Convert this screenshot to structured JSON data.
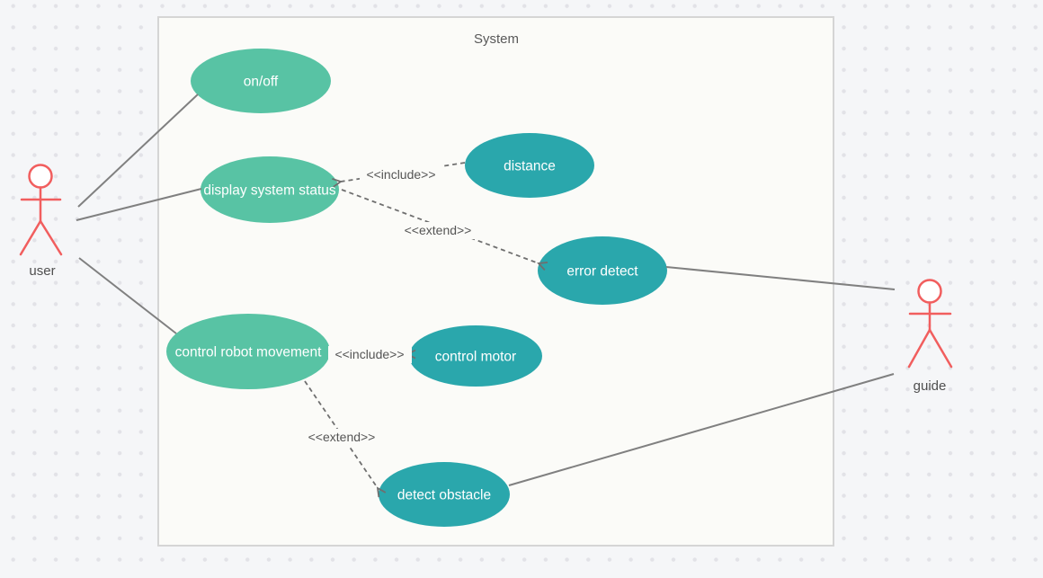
{
  "diagram": {
    "title": "System",
    "actors": {
      "user": {
        "label": "user"
      },
      "guide": {
        "label": "guide"
      }
    },
    "use_cases": {
      "on_off": {
        "label": "on/off",
        "variant": "light"
      },
      "display_system_status": {
        "label": "display system status",
        "variant": "light"
      },
      "distance": {
        "label": "distance",
        "variant": "dark"
      },
      "error_detect": {
        "label": "error detect",
        "variant": "dark"
      },
      "control_robot_movement": {
        "label": "control robot movement",
        "variant": "light"
      },
      "control_motor": {
        "label": "control motor",
        "variant": "dark"
      },
      "detect_obstacle": {
        "label": "detect obstacle",
        "variant": "dark"
      }
    },
    "edges": {
      "include_distance": {
        "label": "<<include>>",
        "type": "include",
        "from": "distance",
        "to": "display_system_status"
      },
      "extend_error_detect": {
        "label": "<<extend>>",
        "type": "extend",
        "from": "display_system_status",
        "to": "error_detect"
      },
      "include_control_motor": {
        "label": "<<include>>",
        "type": "include",
        "from": "control_robot_movement",
        "to": "control_motor"
      },
      "extend_detect_obstacle": {
        "label": "<<extend>>",
        "type": "extend",
        "from": "control_robot_movement",
        "to": "detect_obstacle"
      }
    },
    "associations": [
      {
        "from": "user",
        "to": "on_off"
      },
      {
        "from": "user",
        "to": "display_system_status"
      },
      {
        "from": "user",
        "to": "control_robot_movement"
      },
      {
        "from": "error_detect",
        "to": "guide"
      },
      {
        "from": "detect_obstacle",
        "to": "guide"
      }
    ],
    "colors": {
      "use_case_light": "#58c3a4",
      "use_case_dark": "#2aa7ac",
      "actor": "#f15e5e",
      "solid_line": "#808080",
      "dashed_line": "#6f6f6f",
      "edge_label_text": "#555555",
      "system_fill": "#fbfbf8",
      "system_border": "#d5d5d5"
    }
  }
}
